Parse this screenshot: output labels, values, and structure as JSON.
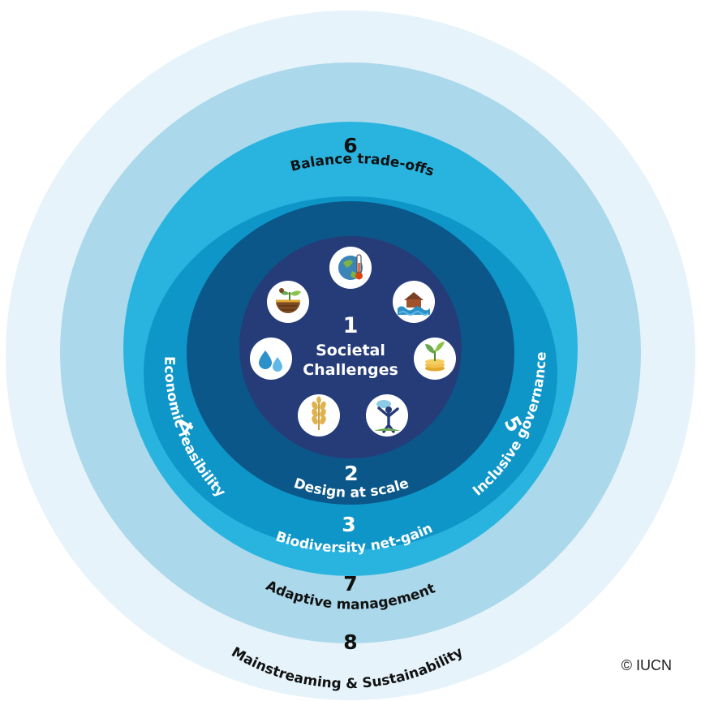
{
  "center": {
    "number": "1",
    "line1": "Societal",
    "line2": "Challenges"
  },
  "rings": [
    {
      "id": "6",
      "number": "6",
      "label": "Balance trade-offs"
    },
    {
      "id": "2",
      "number": "2",
      "label": "Design at scale"
    },
    {
      "id": "3",
      "number": "3",
      "label": "Biodiversity net-gain"
    },
    {
      "id": "4",
      "number": "4",
      "label": "Economic feasibility"
    },
    {
      "id": "5",
      "number": "5",
      "label": "Inclusive governance"
    },
    {
      "id": "7",
      "number": "7",
      "label": "Adaptive management"
    },
    {
      "id": "8",
      "number": "8",
      "label": "Mainstreaming & Sustainability"
    }
  ],
  "icons": [
    {
      "name": "climate-thermometer-icon"
    },
    {
      "name": "flood-house-icon"
    },
    {
      "name": "plant-coins-icon"
    },
    {
      "name": "human-wellbeing-icon"
    },
    {
      "name": "food-grain-icon"
    },
    {
      "name": "water-drops-icon"
    },
    {
      "name": "soil-sprout-icon"
    }
  ],
  "copyright": "© IUCN",
  "colors": {
    "ring8": "#e6f3fa",
    "ring7": "#abd8ea",
    "ring6": "#29b4e0",
    "ring3": "#0f96c9",
    "ring2": "#0b5789",
    "core": "#253c79"
  }
}
